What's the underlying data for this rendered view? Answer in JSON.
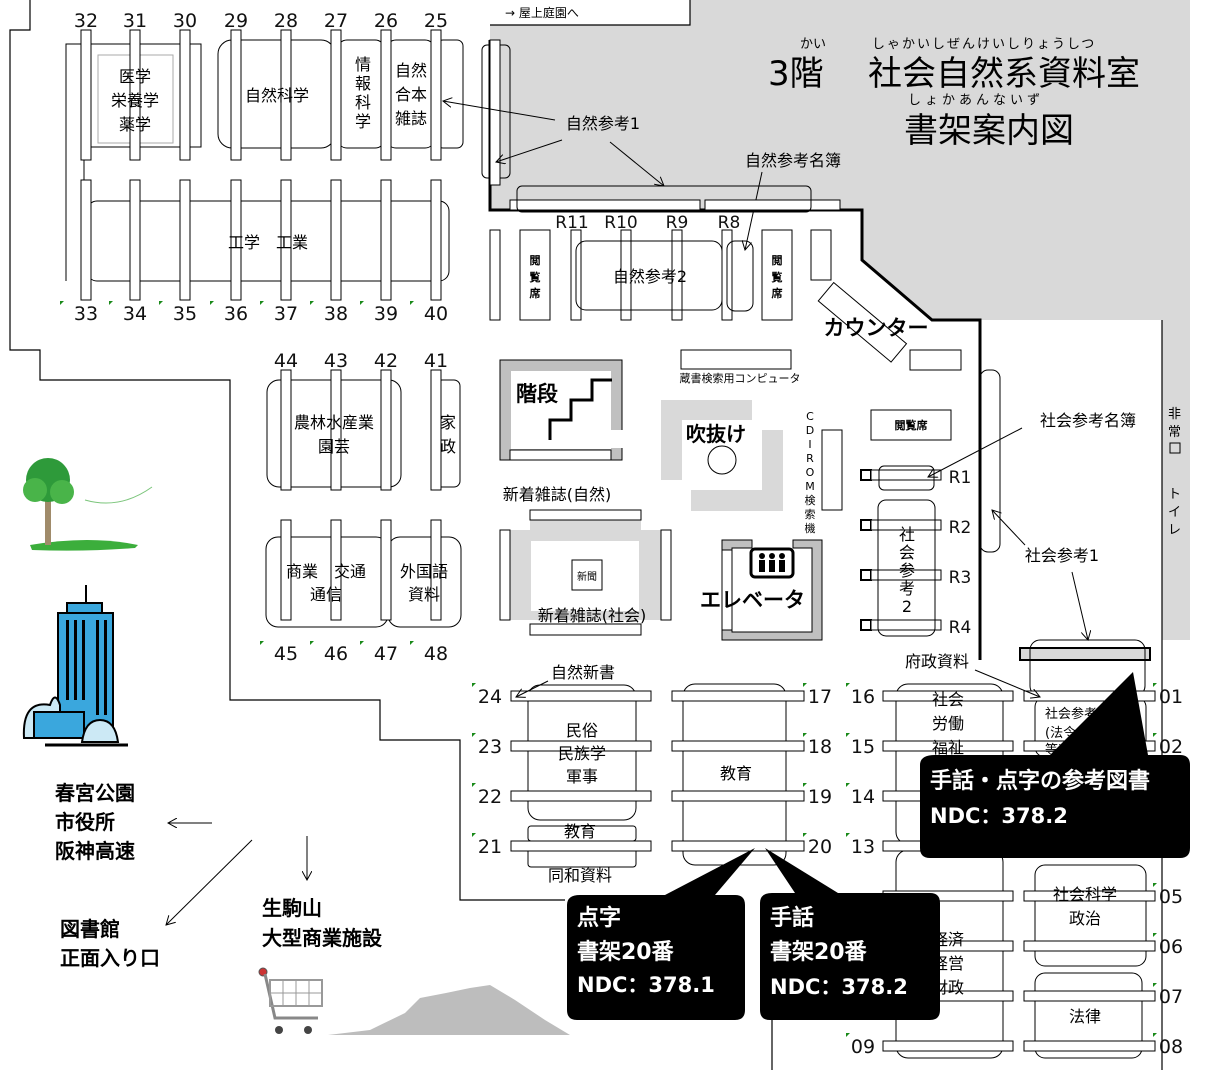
{
  "title": {
    "floor": "3階",
    "floor_ruby": "かい",
    "room": "社会自然系資料室",
    "room_ruby": "しゃかいしぜんけいしりょうしつ",
    "subtitle": "書架案内図",
    "subtitle_ruby": "しょかあんないず"
  },
  "rooftop_link": "→ 屋上庭園へ",
  "shelf_numbers": {
    "top_upper": [
      "32",
      "31",
      "30",
      "29",
      "28",
      "27",
      "26",
      "25"
    ],
    "top_lower": [
      "33",
      "34",
      "35",
      "36",
      "37",
      "38",
      "39",
      "40"
    ],
    "mid_upper": [
      "44",
      "43",
      "42",
      "41"
    ],
    "mid_lower": [
      "45",
      "46",
      "47",
      "48"
    ],
    "col_a": [
      "24",
      "23",
      "22",
      "21"
    ],
    "col_b": [
      "17",
      "18",
      "19",
      "20"
    ],
    "col_c": [
      "16",
      "15",
      "14",
      "13",
      "09"
    ],
    "col_d": [
      "01",
      "02",
      "05",
      "06",
      "07",
      "08"
    ],
    "reference_r_top": [
      "R11",
      "R10",
      "R9",
      "R8"
    ],
    "reference_r_side": [
      "R1",
      "R2",
      "R3",
      "R4"
    ]
  },
  "sections": {
    "medicine": [
      "医学",
      "栄養学",
      "薬学"
    ],
    "natural_science": "自然科学",
    "info_science": [
      "情",
      "報",
      "科",
      "学"
    ],
    "natural_bound": [
      "自然",
      "合本",
      "雑誌"
    ],
    "engineering": "工学　工業",
    "agriculture": [
      "農林水産業",
      "園芸"
    ],
    "home_economics": [
      "家",
      "政"
    ],
    "commerce": [
      "商業　交通",
      "通信"
    ],
    "foreign": [
      "外国語",
      "資料"
    ],
    "natural_ref1": "自然参考1",
    "natural_ref_directory": "自然参考名簿",
    "natural_ref2": "自然参考2",
    "reading_seat_v": [
      "閲",
      "覧",
      "席"
    ],
    "reading_seat": "閲覧席",
    "counter": "カウンター",
    "opac": "蔵書検索用コンピュータ",
    "stairs": "階段",
    "atrium": "吹抜け",
    "cdrom": [
      "C",
      "D",
      "I",
      "R",
      "O",
      "M",
      "検",
      "索",
      "機"
    ],
    "new_mag_nature": "新着雑誌(自然)",
    "new_mag_society": "新着雑誌(社会)",
    "newspaper": "新聞",
    "elevator": "エレベータ",
    "social_ref_directory": "社会参考名簿",
    "social_ref1": "社会参考1",
    "social_ref2": [
      "社",
      "会",
      "参",
      "考",
      "2"
    ],
    "emergency_exit": [
      "非",
      "常",
      "口"
    ],
    "toilet": [
      "ト",
      "イ",
      "レ"
    ],
    "prefecture": "府政資料",
    "natural_new_books": "自然新書",
    "folklore": [
      "民俗",
      "民族学",
      "軍事"
    ],
    "education_small": "教育",
    "dowa": "同和資料",
    "education": "教育",
    "labor": [
      "社会",
      "労働",
      "福祉"
    ],
    "economy": [
      "経済",
      "経営",
      "財政"
    ],
    "social_ref_law": [
      "社会参考",
      "(法令全",
      "等)"
    ],
    "social_science": [
      "社会科学",
      "政治"
    ],
    "law": "法律"
  },
  "callouts": {
    "reference": {
      "title": "手話・点字の参考図書",
      "ndc": "NDC：378.2"
    },
    "braille": {
      "title": "点字",
      "shelf": "書架20番",
      "ndc": "NDC：378.1"
    },
    "sign": {
      "title": "手話",
      "shelf": "書架20番",
      "ndc": "NDC：378.2"
    }
  },
  "directions": {
    "park": [
      "春宮公園",
      "市役所",
      "阪神高速"
    ],
    "entrance": [
      "図書館",
      "正面入り口"
    ],
    "mountain": [
      "生駒山",
      "大型商業施設"
    ]
  },
  "colors": {
    "gray": "#d9d9d9",
    "tick": "#1a8a1a",
    "building": "#3aa7dd",
    "callout": "#000000"
  }
}
